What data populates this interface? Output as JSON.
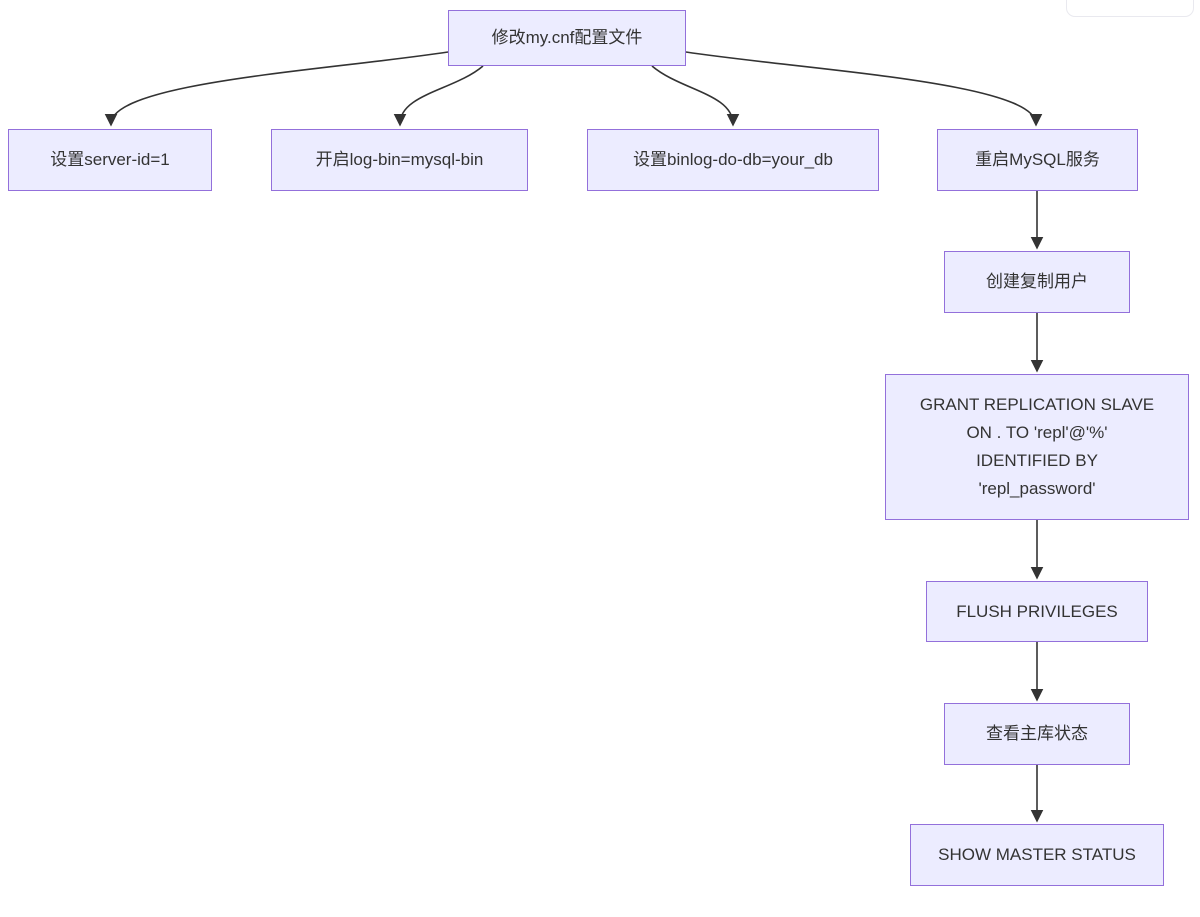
{
  "window": {
    "background": "#ffffff"
  },
  "colors": {
    "node_fill": "#ECECFF",
    "node_border": "#9370DB",
    "edge_stroke": "#333333",
    "node_text": "#333333",
    "clipped_panel_border": "#e9e9ef"
  },
  "diagram": {
    "type": "flowchart",
    "direction": "top-down",
    "nodes": {
      "a": {
        "label": "修改my.cnf配置文件"
      },
      "b": {
        "label": "设置server-id=1"
      },
      "c": {
        "label": "开启log-bin=mysql-bin"
      },
      "d": {
        "label": "设置binlog-do-db=your_db"
      },
      "e": {
        "label": "重启MySQL服务"
      },
      "f": {
        "label": "创建复制用户"
      },
      "g": {
        "lines": [
          "GRANT REPLICATION SLAVE",
          "ON . TO 'repl'@'%'",
          "IDENTIFIED BY",
          "'repl_password'"
        ]
      },
      "h": {
        "label": "FLUSH PRIVILEGES"
      },
      "i": {
        "label": "查看主库状态"
      },
      "j": {
        "label": "SHOW MASTER STATUS"
      }
    },
    "edges": [
      {
        "from": "修改my.cnf配置文件",
        "to": "设置server-id=1"
      },
      {
        "from": "修改my.cnf配置文件",
        "to": "开启log-bin=mysql-bin"
      },
      {
        "from": "修改my.cnf配置文件",
        "to": "设置binlog-do-db=your_db"
      },
      {
        "from": "修改my.cnf配置文件",
        "to": "重启MySQL服务"
      },
      {
        "from": "重启MySQL服务",
        "to": "创建复制用户"
      },
      {
        "from": "创建复制用户",
        "to": "GRANT REPLICATION SLAVE ON . TO 'repl'@'%' IDENTIFIED BY 'repl_password'"
      },
      {
        "from": "GRANT REPLICATION SLAVE ON . TO 'repl'@'%' IDENTIFIED BY 'repl_password'",
        "to": "FLUSH PRIVILEGES"
      },
      {
        "from": "FLUSH PRIVILEGES",
        "to": "查看主库状态"
      },
      {
        "from": "查看主库状态",
        "to": "SHOW MASTER STATUS"
      }
    ]
  }
}
